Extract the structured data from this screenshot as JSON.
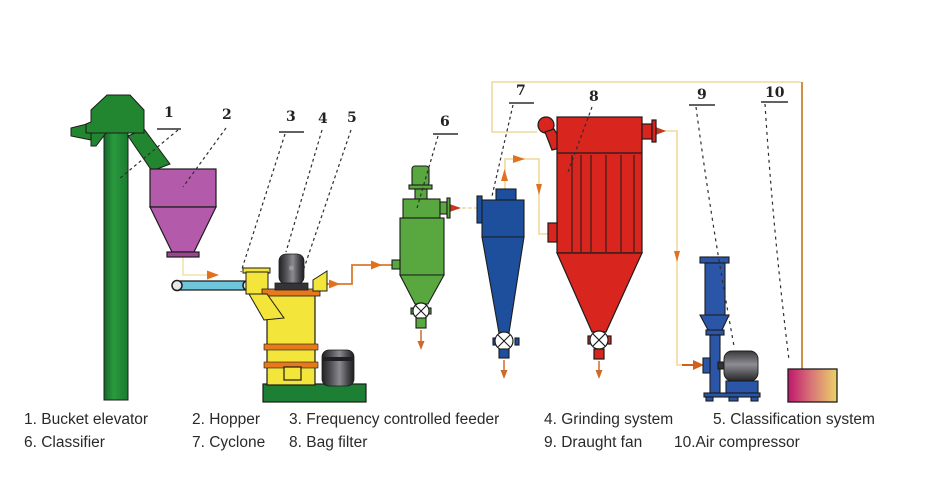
{
  "diagram": {
    "callouts": [
      "1",
      "2",
      "3",
      "4",
      "5",
      "6",
      "7",
      "8",
      "9",
      "10"
    ]
  },
  "legend": {
    "items": [
      "1. Bucket elevator",
      "2. Hopper",
      "3. Frequency controlled feeder",
      "4. Grinding system",
      "5. Classification system",
      "6. Classifier",
      "7. Cyclone",
      "8. Bag filter",
      "9. Draught fan",
      "10.Air compressor"
    ]
  },
  "colors": {
    "elevator-green": "#21862f",
    "base-green": "#1d7f33",
    "hopper-purple": "#b35aab",
    "mill-yellow": "#f3e53a",
    "flange-orange": "#e5791b",
    "motor-dark": "#3b3b3d",
    "classifier-green": "#58a73f",
    "cyclone-blue": "#1d4f9c",
    "bagfilter-red": "#d8251d",
    "fan-blue": "#2b55a6",
    "compressor-pink": "#c0176c",
    "compressor-gold": "#ecd167",
    "pipe-pale": "#f1d79e",
    "pipe-orange": "#d97a2e",
    "arrow-orange": "#e2711d",
    "arrow-red": "#c2391c",
    "arrow-brown": "#cd6a2a",
    "feeder-cyan": "#6fc6da",
    "outline": "#1c1c1c",
    "label-text": "#262626"
  }
}
